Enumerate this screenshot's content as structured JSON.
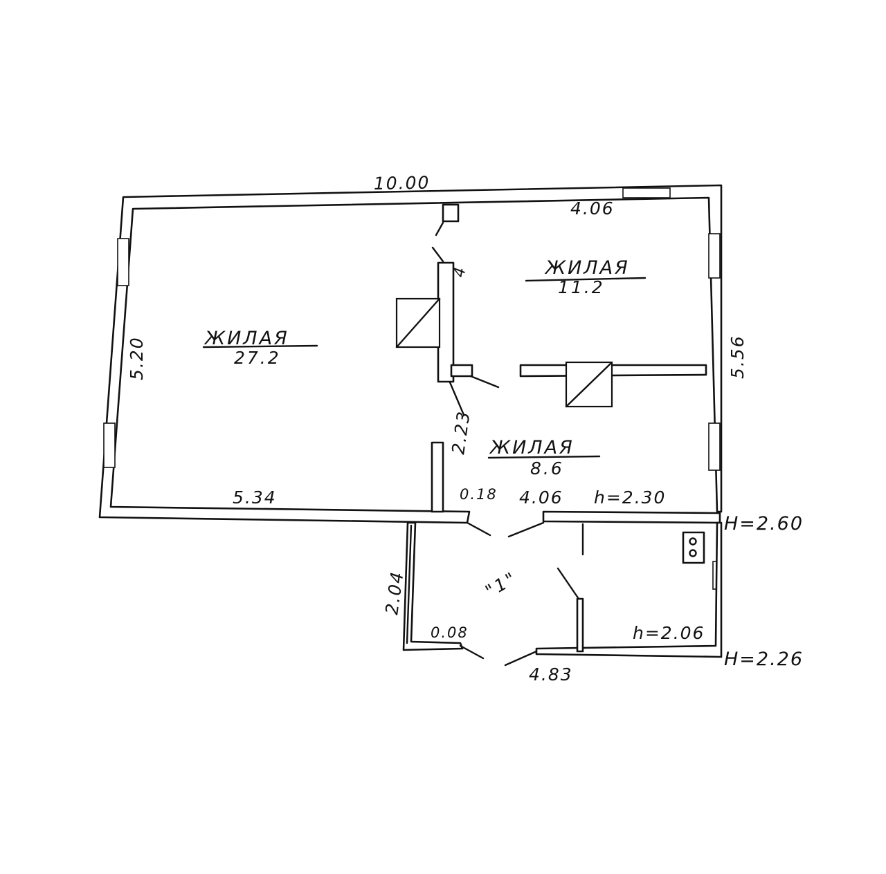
{
  "plan": {
    "dimensions": {
      "top_total": "10.00",
      "top_right_room": "4.06",
      "left_side": "5.20",
      "right_side": "5.56",
      "bottom_left_room": "5.34",
      "wall_thickness_a": "0.18",
      "bottom_right_room": "4.06",
      "stove_passage": "2.23",
      "veranda_left": "2.04",
      "wall_thickness_b": "0.08",
      "veranda_bottom": "4.83",
      "door_marker": "4"
    },
    "heights": {
      "main_inner": "h=2.30",
      "main_outer": "H=2.60",
      "veranda_inner": "h=2.06",
      "veranda_outer": "H=2.26"
    },
    "rooms": [
      {
        "label": "ЖИЛАЯ",
        "area": "27.2"
      },
      {
        "label": "ЖИЛАЯ",
        "area": "11.2"
      },
      {
        "label": "ЖИЛАЯ",
        "area": "8.6"
      }
    ],
    "veranda_label": "\"1\""
  }
}
